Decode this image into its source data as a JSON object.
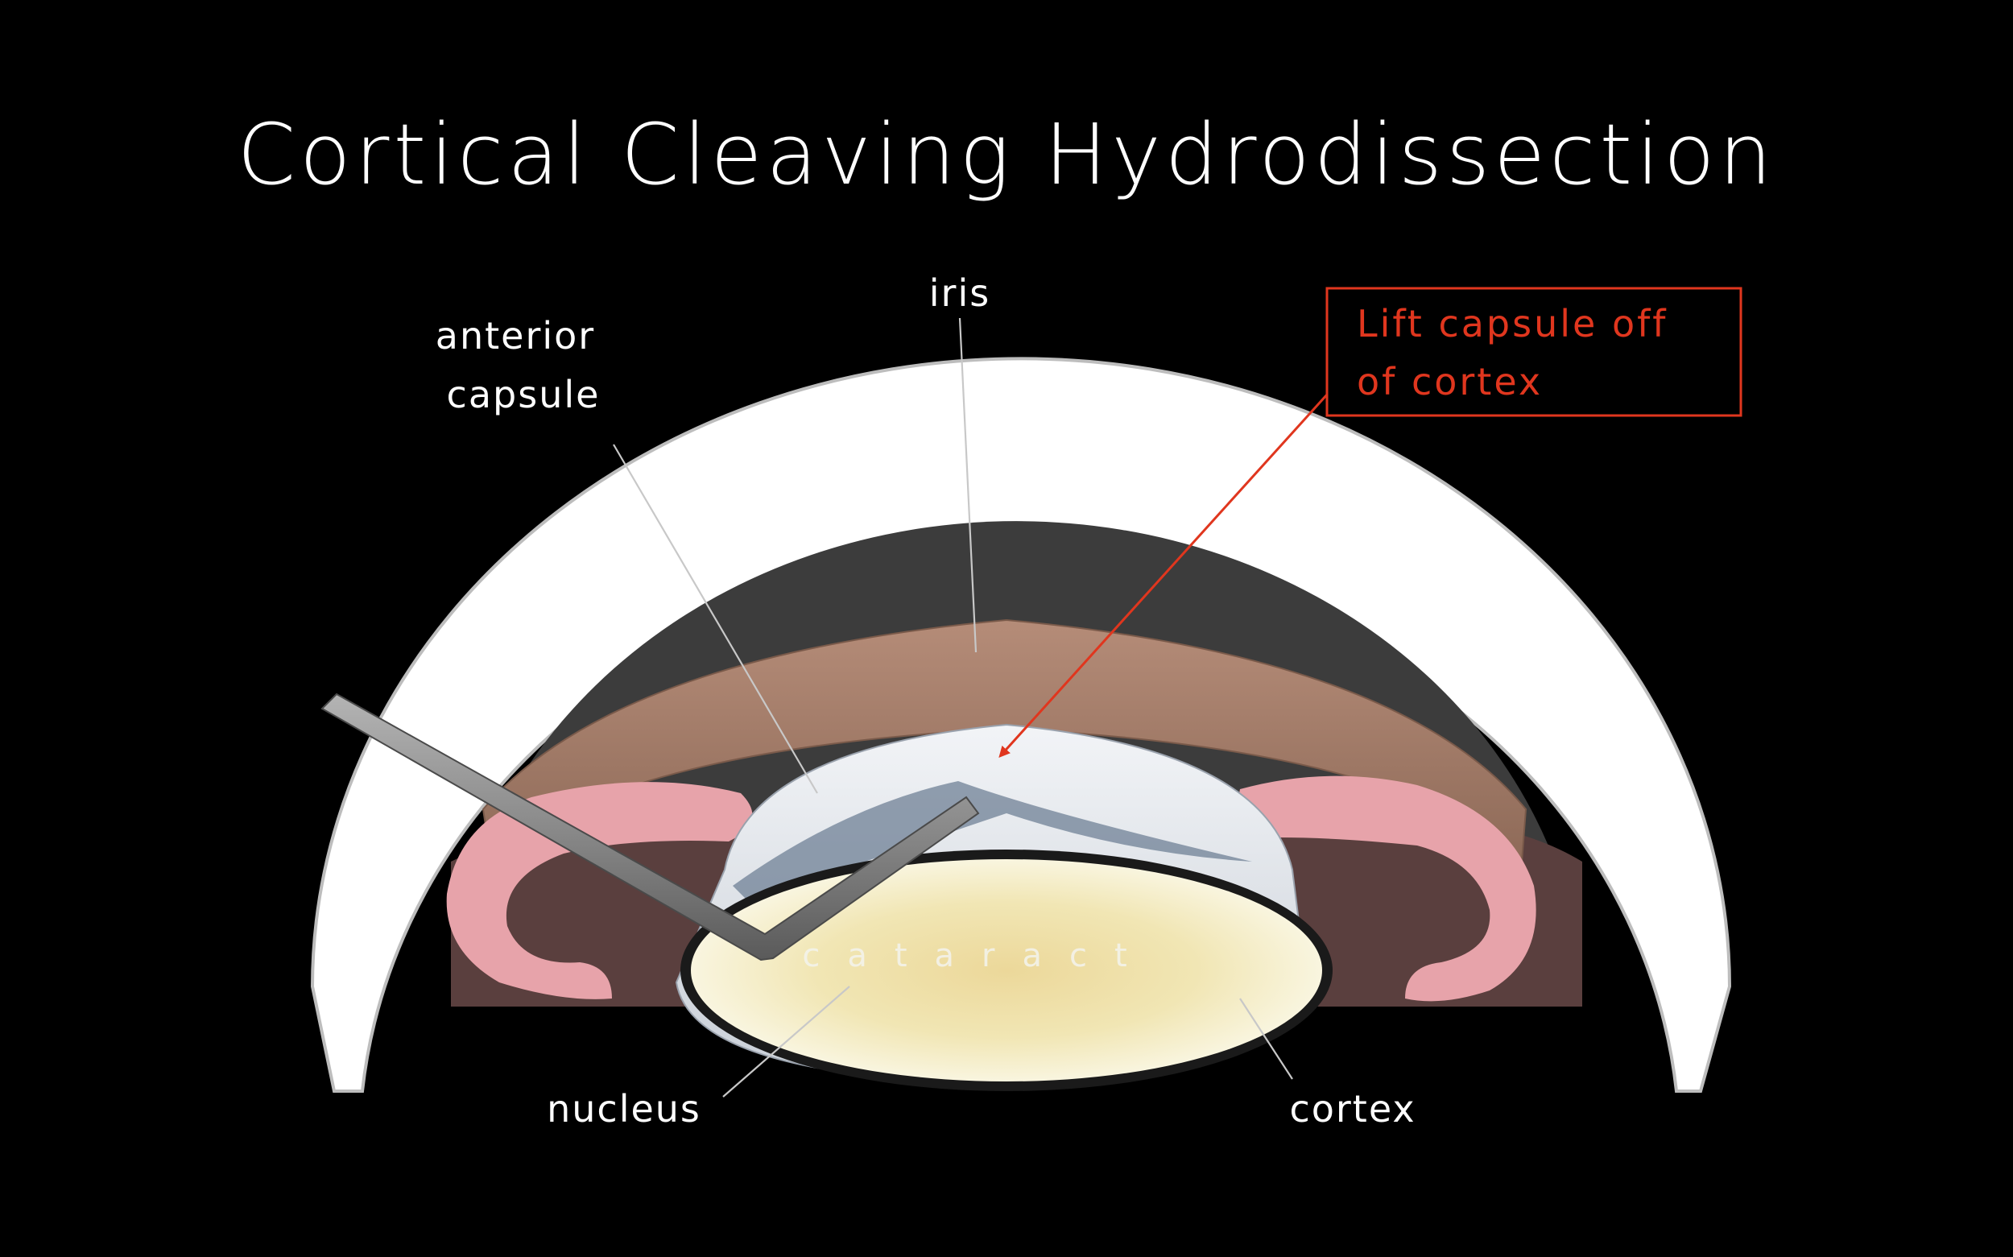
{
  "title": "Cortical Cleaving Hydrodissection",
  "labels": {
    "anterior_capsule_line1": "anterior",
    "anterior_capsule_line2": "capsule",
    "iris": "iris",
    "cataract": "cataract",
    "nucleus": "nucleus",
    "cortex": "cortex"
  },
  "callout": {
    "line1": "Lift capsule off",
    "line2": "of cortex"
  },
  "colors": {
    "background": "#000000",
    "cornea": "#ffffff",
    "iris": "#a27a66",
    "ciliary": "#e7a3aa",
    "capsule": "#dfe3e8",
    "nucleus": "#f0e2a6",
    "cortex": "#f8f6e4",
    "cannula": "#8a8a8a",
    "callout": "#e0361e"
  }
}
